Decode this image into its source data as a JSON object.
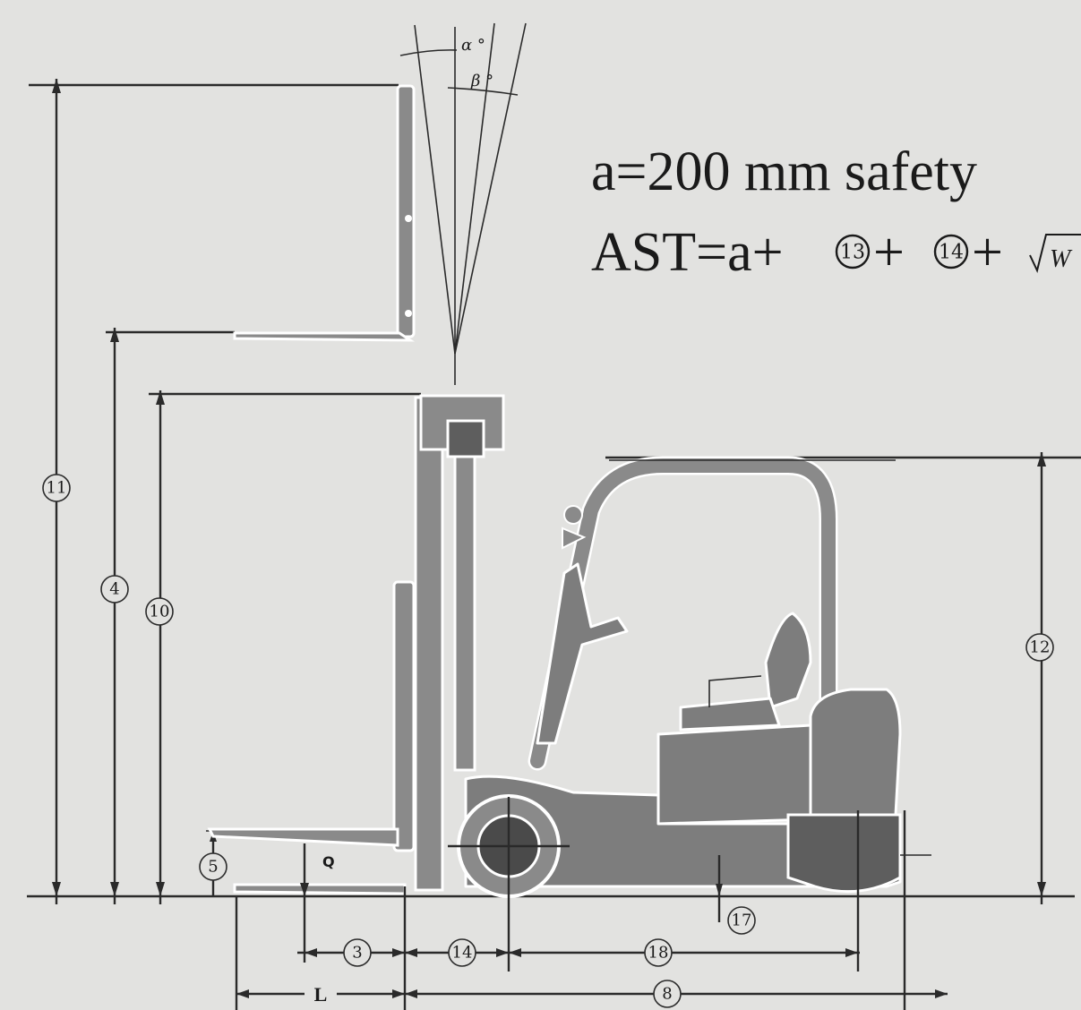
{
  "formula": {
    "line1": "a=200 mm  safety",
    "line2_prefix": "AST=a+",
    "line2_c13": "13",
    "line2_mid": "+",
    "line2_c14": "14",
    "line2_suffix": "+",
    "line2_sqrt": "W"
  },
  "angles": {
    "alpha": "α °",
    "beta": "β °"
  },
  "dimensions": {
    "d11": "11",
    "d4": "4",
    "d10": "10",
    "d5": "5",
    "d12": "12",
    "d17": "17",
    "d3": "3",
    "d14": "14",
    "d18": "18",
    "d8": "8",
    "L": "L",
    "Q": "Q"
  }
}
